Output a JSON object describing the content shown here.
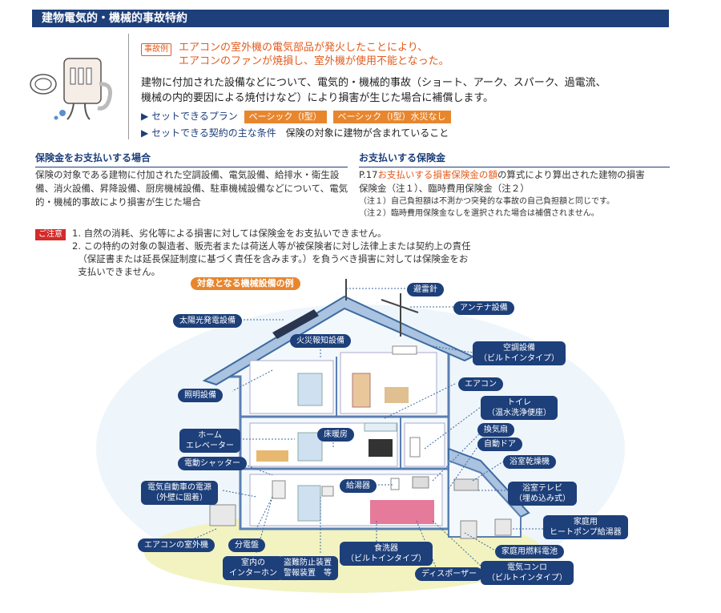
{
  "header": {
    "title": "建物電気的・機械的事故特約"
  },
  "case": {
    "badge": "事故例",
    "text": "エアコンの室外機の電気部品が発火したことにより、\nエアコンのファンが焼損し、室外機が使用不能となった。"
  },
  "description": "建物に付加された設備などについて、電気的・機械的事故（ショート、アーク、スパーク、過電流、\n機械の内的要因による焼付けなど）により損害が生じた場合に補償します。",
  "plans": {
    "label": "▶ セットできるプラン",
    "tags": [
      "ベーシック（Ⅰ型）",
      "ベーシック（Ⅰ型）水災なし"
    ]
  },
  "condition": {
    "label": "▶ セットできる契約の主な条件",
    "text": "保険の対象に建物が含まれていること"
  },
  "payment_case": {
    "heading": "保険金をお支払いする場合",
    "body": "保険の対象である建物に付加された空調設備、電気設備、給排水・衛生設備、消火設備、昇降設備、厨房機械設備、駐車機械設備などについて、電気的・機械的事故により損害が生じた場合"
  },
  "payment_amount": {
    "heading": "お支払いする保険金",
    "line1_prefix": "P.17",
    "line1_highlight": "お支払いする損害保険金の額",
    "line1_suffix": "の算式により算出された建物の損害",
    "line2": "保険金（注１）、臨時費用保険金（注２）",
    "note1": "（注１）自己負担額は不測かつ突発的な事故の自己負担額と同じです。",
    "note2": "（注２）臨時費用保険金なしを選択された場合は補償されません。"
  },
  "caution": {
    "badge": "ご注意",
    "text": "1. 自然の消耗、劣化等による損害に対しては保険金をお支払いできません。\n2. この特約の対象の製造者、販売者または荷送人等が被保険者に対し法律上または契約上の責任\n  （保証書または延長保証制度に基づく責任を含みます。）を負うべき損害に対しては保険金をお\n  支払いできません。"
  },
  "diagram": {
    "title": "対象となる機械設備の例",
    "labels": {
      "lightning": "避雷針",
      "antenna": "アンテナ設備",
      "solar": "太陽光発電設備",
      "fire_alarm": "火災報知設備",
      "builtin_ac": "空調設備\n（ビルトインタイプ）",
      "lighting": "照明設備",
      "aircon": "エアコン",
      "toilet": "トイレ\n（温水洗浄便座）",
      "home_elevator": "ホーム\nエレベーター",
      "floor_heating": "床暖房",
      "fan": "換気扇",
      "auto_door": "自動ドア",
      "shutter": "電動シャッター",
      "bath_dryer": "浴室乾燥機",
      "ev_power": "電気自動車の電源\n（外壁に固着）",
      "water_heater": "給湯器",
      "bath_tv": "浴室テレビ\n（埋め込み式）",
      "heat_pump": "家庭用\nヒートポンプ給湯器",
      "outdoor_unit": "エアコンの室外機",
      "distribution": "分電盤",
      "fuel_cell": "家庭用燃料電池",
      "intercom": "室内の\nインターホン",
      "security": "盗難防止装置\n警報装置　等",
      "dishwasher": "食洗器\n（ビルトインタイプ）",
      "disposer": "ディスポーザー",
      "stove": "電気コンロ\n（ビルトインタイプ）"
    }
  }
}
